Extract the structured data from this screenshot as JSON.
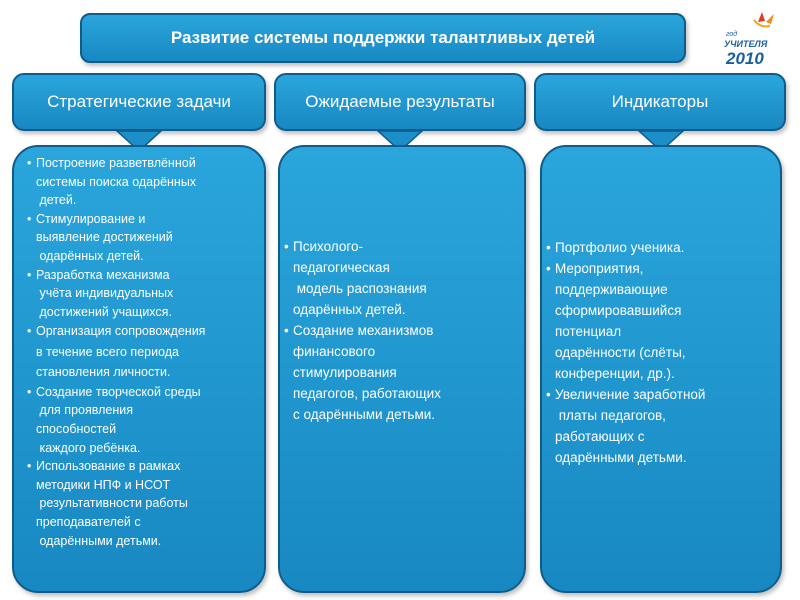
{
  "title": "Развитие системы поддержки талантливых детей",
  "logo": {
    "small_text": "год",
    "text": "УЧИТЕЛЯ",
    "year": "2010"
  },
  "columns": [
    {
      "heading": "Стратегические задачи",
      "items": [
        [
          "Построение разветвлённой",
          "системы поиска одарённых",
          " детей."
        ],
        [
          "Стимулирование и",
          "выявление достижений",
          " одарённых детей."
        ],
        [
          "Разработка механизма",
          " учёта индивидуальных",
          " достижений учащихся."
        ],
        [
          "Организация сопровождения",
          "в течение всего периода",
          "становления личности."
        ],
        [
          "Создание творческой среды",
          " для проявления",
          "способностей",
          " каждого ребёнка."
        ],
        [
          "Использование в рамках",
          "методики НПФ и НСОТ",
          " результативности работы",
          "преподавателей с",
          " одарёнными детьми."
        ]
      ]
    },
    {
      "heading": "Ожидаемые результаты",
      "items": [
        [
          "Психолого-",
          "педагогическая",
          " модель распознания",
          "одарённых детей."
        ],
        [
          "Создание механизмов",
          "финансового",
          "стимулирования",
          "педагогов, работающих",
          "с одарёнными детьми."
        ]
      ]
    },
    {
      "heading": "Индикаторы",
      "items": [
        [
          "Портфолио ученика."
        ],
        [
          "Мероприятия,",
          "поддерживающие",
          "сформировавшийся",
          "потенциал",
          "одарённости (слёты,",
          "конференции, др.)."
        ],
        [
          "Увеличение заработной",
          " платы педагогов,",
          "работающих с",
          "одарёнными детьми."
        ]
      ]
    }
  ]
}
